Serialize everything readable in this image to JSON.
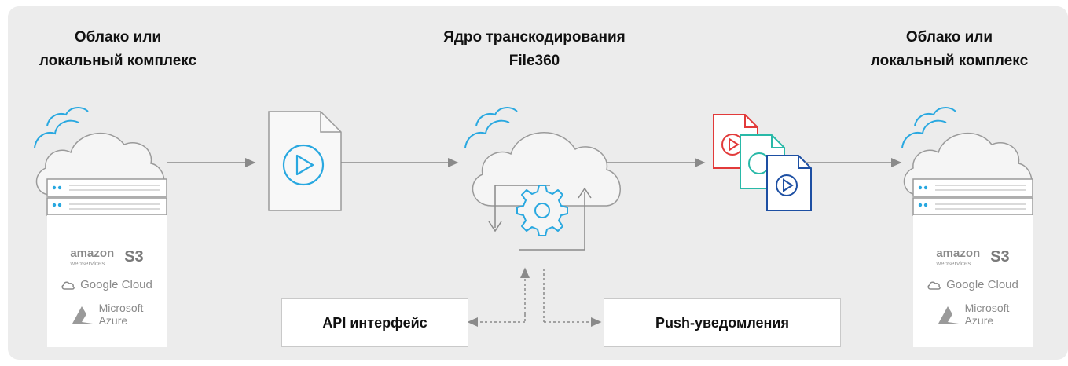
{
  "titles": {
    "left": [
      "Облако или",
      "локальный комплекс"
    ],
    "center": [
      "Ядро транскодирования",
      "File360"
    ],
    "right": [
      "Облако или",
      "локальный комплекс"
    ]
  },
  "boxes": {
    "api": "API интерфейс",
    "push": "Push-уведомления"
  },
  "providers": {
    "aws_main": "amazon",
    "aws_sub": "webservices",
    "s3": "S3",
    "google": "Google Cloud",
    "azure": [
      "Microsoft",
      "Azure"
    ]
  },
  "icons": [
    "cloud-icon",
    "server-icon",
    "video-file-icon",
    "gear-icon",
    "amazon-logo-icon",
    "google-cloud-icon",
    "azure-logo-icon"
  ],
  "colors": {
    "accent_blue": "#29a8e0",
    "file_red": "#e23a3a",
    "file_teal": "#29b9a8",
    "file_navy": "#1d4fa3",
    "arrow": "#8a8a8a",
    "background": "#ececec"
  }
}
